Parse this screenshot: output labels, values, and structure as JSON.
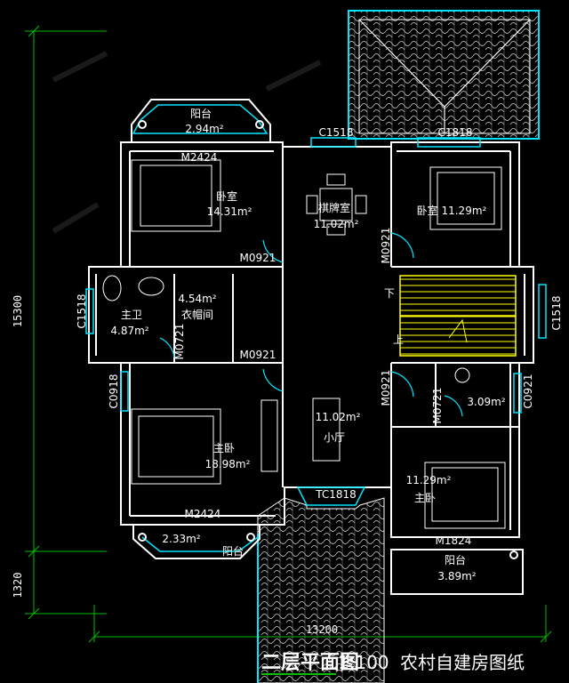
{
  "plan": {
    "title": "二层平面图",
    "scale": "1:100",
    "watermark": "农村自建房图纸",
    "dimensions": {
      "width": "13200",
      "height": "15300",
      "front_depth": "1320"
    },
    "rooms": {
      "balcony_top": {
        "name": "阳台",
        "area": "2.94m²"
      },
      "bedroom_nw": {
        "name": "卧室",
        "area": "14.31m²"
      },
      "dining": {
        "name": "棋牌室",
        "area": "11.02m²"
      },
      "bedroom_ne": {
        "name": "卧室 11.29m²"
      },
      "master_bath": {
        "name": "主卫",
        "area": "4.87m²"
      },
      "closet": {
        "area": "4.54m²",
        "name": "衣帽间"
      },
      "master_bed": {
        "name": "主卧",
        "area": "18.98m²"
      },
      "living": {
        "area": "11.02m²",
        "name": "小厅"
      },
      "bath_e": {
        "area": "3.09m²"
      },
      "master_bed_se": {
        "area": "11.29m²",
        "name": "主卧"
      },
      "balcony_sw": {
        "area": "2.33m²",
        "name": "阳台"
      },
      "balcony_se": {
        "name": "阳台",
        "area": "3.89m²"
      }
    },
    "tags": {
      "c1518_top": "C1518",
      "c1818": "C1818",
      "m2424_top": "M2424",
      "m0921_a": "M0921",
      "m0921_b": "M0921",
      "m0921_c": "M0921",
      "m0921_d": "M0921",
      "c1518_left": "C1518",
      "c1518_right": "C1518",
      "m0721_a": "M0721",
      "m0721_b": "M0721",
      "c0918": "C0918",
      "c0921": "C0921",
      "tc1818": "TC1818",
      "m2424_bot": "M2424",
      "m1824": "M1824"
    },
    "stair": {
      "down": "下",
      "up": "上"
    },
    "colors": {
      "wall": "#ffffff",
      "window": "#00e5ff",
      "dim": "#00c000",
      "background": "#000000"
    }
  }
}
